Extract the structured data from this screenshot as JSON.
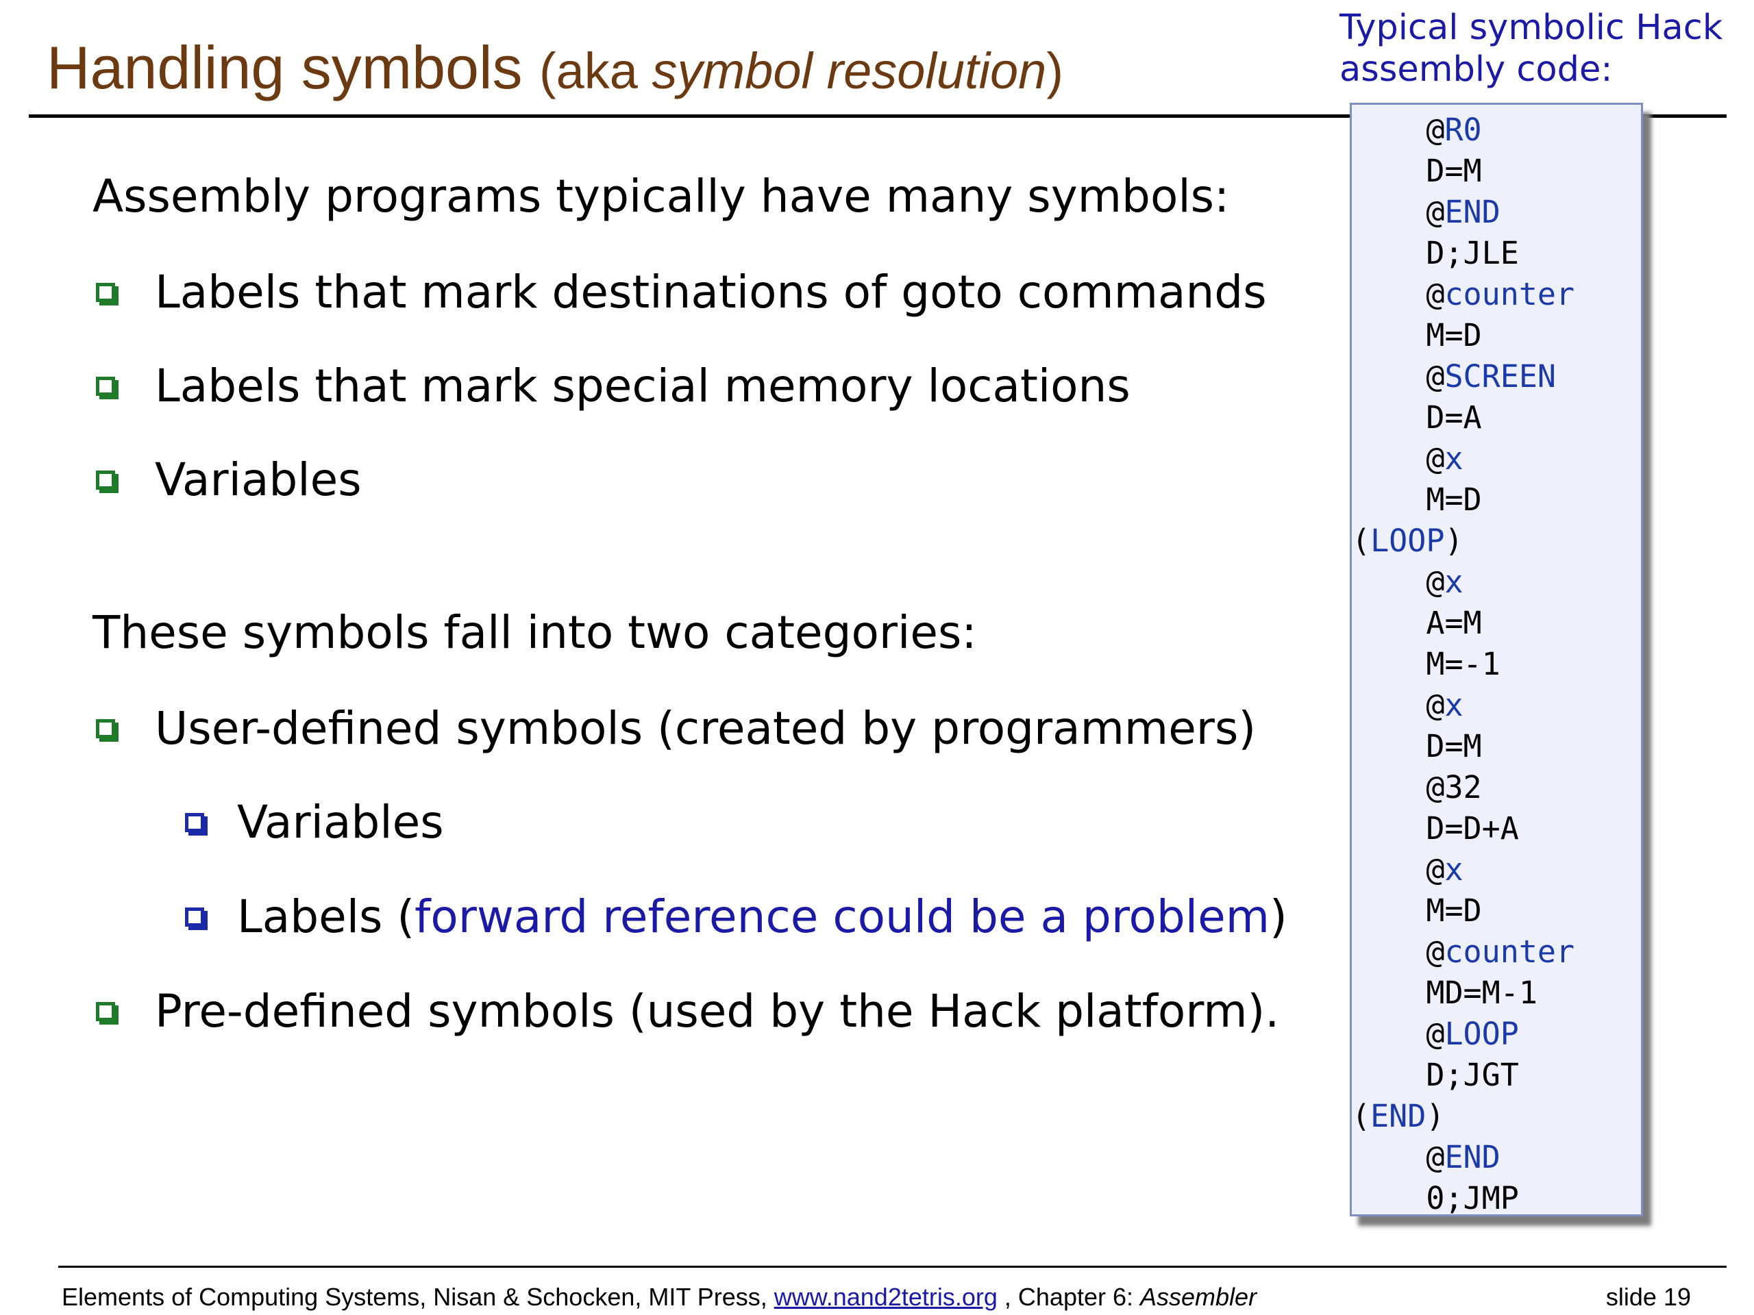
{
  "title": {
    "main": "Handling symbols",
    "open": "(aka ",
    "italic": "symbol resolution",
    "close": ")"
  },
  "code_panel": {
    "caption_line1": "Typical symbolic Hack",
    "caption_line2": "assembly code:",
    "lines": [
      {
        "indent": "    ",
        "prefix": "@",
        "sym": "R0",
        "rest": ""
      },
      {
        "indent": "    ",
        "prefix": "D=M",
        "sym": "",
        "rest": ""
      },
      {
        "indent": "    ",
        "prefix": "@",
        "sym": "END",
        "rest": ""
      },
      {
        "indent": "    ",
        "prefix": "D;JLE",
        "sym": "",
        "rest": ""
      },
      {
        "indent": "    ",
        "prefix": "@",
        "sym": "counter",
        "rest": ""
      },
      {
        "indent": "    ",
        "prefix": "M=D",
        "sym": "",
        "rest": ""
      },
      {
        "indent": "    ",
        "prefix": "@",
        "sym": "SCREEN",
        "rest": ""
      },
      {
        "indent": "    ",
        "prefix": "D=A",
        "sym": "",
        "rest": ""
      },
      {
        "indent": "    ",
        "prefix": "@",
        "sym": "x",
        "rest": ""
      },
      {
        "indent": "    ",
        "prefix": "M=D",
        "sym": "",
        "rest": ""
      },
      {
        "indent": "",
        "prefix": "(",
        "sym": "LOOP",
        "rest": ")"
      },
      {
        "indent": "    ",
        "prefix": "@",
        "sym": "x",
        "rest": ""
      },
      {
        "indent": "    ",
        "prefix": "A=M",
        "sym": "",
        "rest": ""
      },
      {
        "indent": "    ",
        "prefix": "M=-1",
        "sym": "",
        "rest": ""
      },
      {
        "indent": "    ",
        "prefix": "@",
        "sym": "x",
        "rest": ""
      },
      {
        "indent": "    ",
        "prefix": "D=M",
        "sym": "",
        "rest": ""
      },
      {
        "indent": "    ",
        "prefix": "@32",
        "sym": "",
        "rest": ""
      },
      {
        "indent": "    ",
        "prefix": "D=D+A",
        "sym": "",
        "rest": ""
      },
      {
        "indent": "    ",
        "prefix": "@",
        "sym": "x",
        "rest": ""
      },
      {
        "indent": "    ",
        "prefix": "M=D",
        "sym": "",
        "rest": ""
      },
      {
        "indent": "    ",
        "prefix": "@",
        "sym": "counter",
        "rest": ""
      },
      {
        "indent": "    ",
        "prefix": "MD=M-1",
        "sym": "",
        "rest": ""
      },
      {
        "indent": "    ",
        "prefix": "@",
        "sym": "LOOP",
        "rest": ""
      },
      {
        "indent": "    ",
        "prefix": "D;JGT",
        "sym": "",
        "rest": ""
      },
      {
        "indent": "",
        "prefix": "(",
        "sym": "END",
        "rest": ")"
      },
      {
        "indent": "    ",
        "prefix": "@",
        "sym": "END",
        "rest": ""
      },
      {
        "indent": "    ",
        "prefix": "0;JMP",
        "sym": "",
        "rest": ""
      }
    ]
  },
  "body": {
    "intro": "Assembly programs typically have many symbols:",
    "intro_bullets": [
      "Labels that mark destinations of goto commands",
      "Labels that mark special memory locations",
      "Variables"
    ],
    "categories_heading": "These symbols fall into two categories:",
    "user_defined": "User-defined symbols (created by programmers)",
    "sub_variables": "Variables",
    "sub_labels_pre": "Labels (",
    "sub_labels_highlight": "forward reference could be a problem",
    "sub_labels_post": ")",
    "predefined": "Pre-defined symbols (used by the Hack platform)."
  },
  "footer": {
    "text_pre": "Elements of Computing Systems, Nisan & Schocken, MIT Press, ",
    "link": "www.nand2tetris.org",
    "text_mid": " , Chapter 6: ",
    "chapter": "Assembler",
    "slide": "slide 19"
  },
  "colors": {
    "title": "#6b3a10",
    "bullet_green": "#1f7a2a",
    "bullet_blue": "#1a2aa8",
    "highlight_blue": "#1a1aa6",
    "code_panel_bg": "#eef0fb"
  }
}
